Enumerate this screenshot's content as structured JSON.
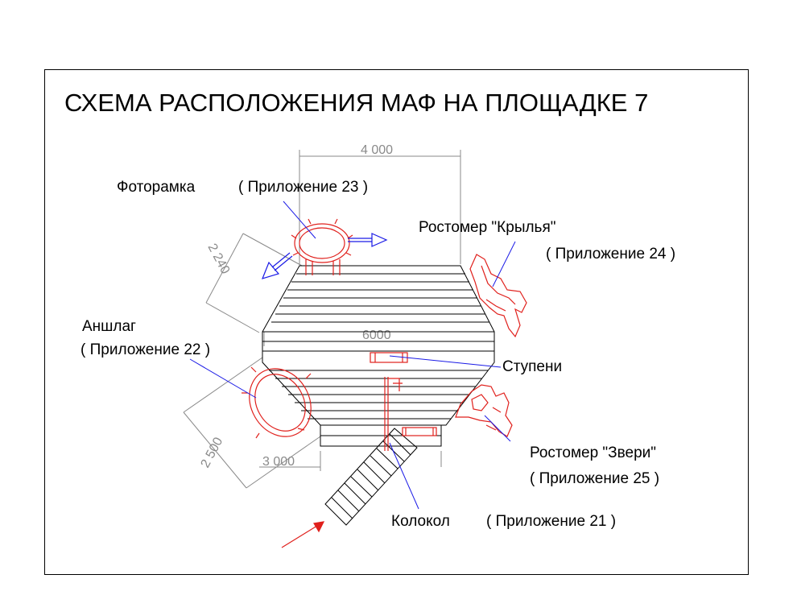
{
  "title": "СХЕМА РАСПОЛОЖЕНИЯ МАФ НА ПЛОЩАДКЕ 7",
  "labels": {
    "fotoramka": "Фоторамка",
    "fotoramka_ref": "( Приложение 23 )",
    "rostomer_krylya": "Ростомер \"Крылья\"",
    "rostomer_krylya_ref": "( Приложение 24 )",
    "anshlag": "Аншлаг",
    "anshlag_ref": "( Приложение 22 )",
    "stupeni": "Ступени",
    "rostomer_zveri": "Ростомер \"Звери\"",
    "rostomer_zveri_ref": "( Приложение 25 )",
    "kolokol": "Колокол",
    "kolokol_ref": "( Приложение 21 )"
  },
  "dimensions": {
    "top": "4 000",
    "left_upper": "2 240",
    "middle": "6000",
    "left_lower": "2 500",
    "bottom": "3 000"
  },
  "colors": {
    "outline": "#000000",
    "maf": "#e0201c",
    "leader": "#1a1ae6",
    "dimension": "#8a8a8a"
  }
}
